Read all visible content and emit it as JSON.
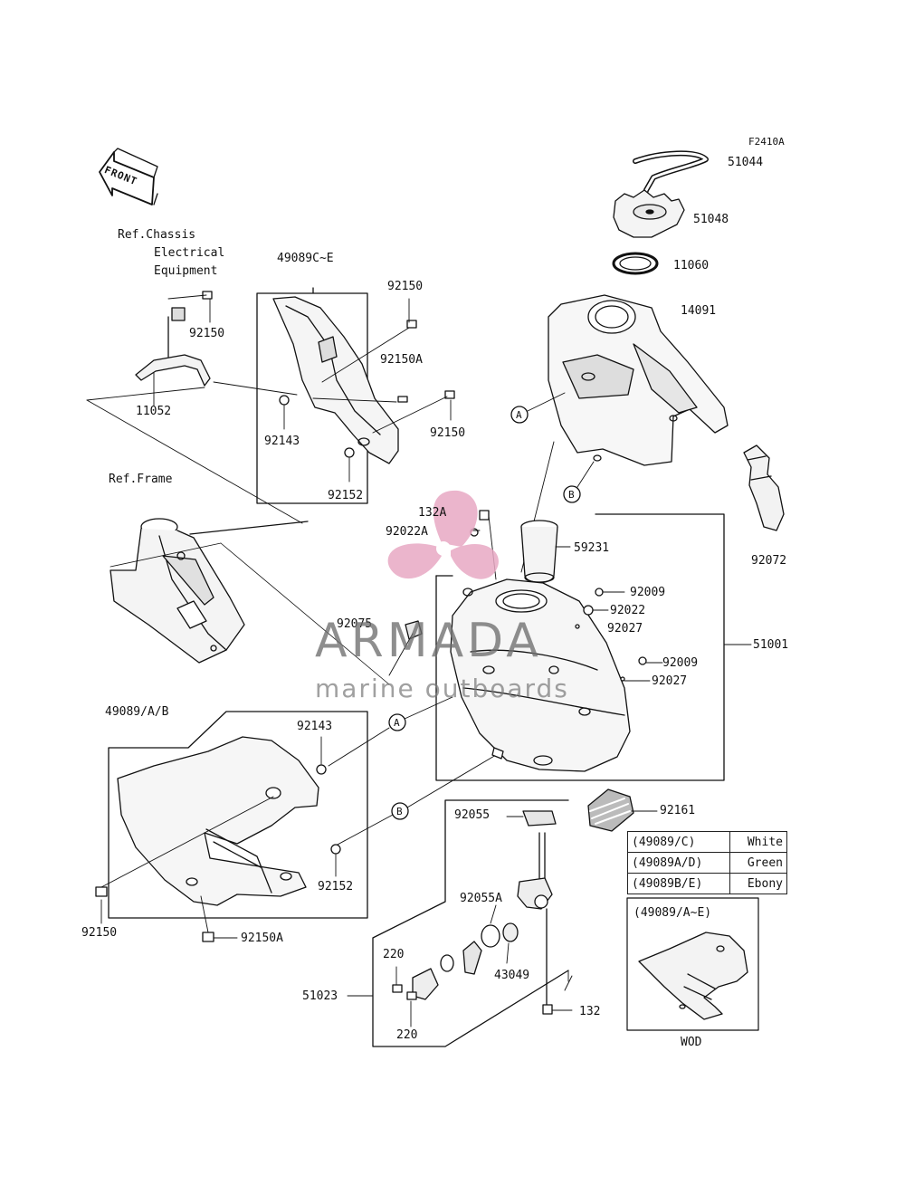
{
  "diagram": {
    "figure_code": "F2410A",
    "front_marker": "FRONT",
    "reference_notes": {
      "chassis_electrical": [
        "Ref.Chassis",
        "Electrical",
        "Equipment"
      ],
      "frame": "Ref.Frame"
    },
    "parts": [
      {
        "id": "p-51044",
        "number": "51044"
      },
      {
        "id": "p-51048",
        "number": "51048"
      },
      {
        "id": "p-11060",
        "number": "11060"
      },
      {
        "id": "p-14091",
        "number": "14091"
      },
      {
        "id": "p-49089c-e",
        "number": "49089C~E"
      },
      {
        "id": "p-92150-a",
        "number": "92150"
      },
      {
        "id": "p-92150-b",
        "number": "92150"
      },
      {
        "id": "p-92150a-a",
        "number": "92150A"
      },
      {
        "id": "p-92150-c",
        "number": "92150"
      },
      {
        "id": "p-92143-a",
        "number": "92143"
      },
      {
        "id": "p-92152-a",
        "number": "92152"
      },
      {
        "id": "p-11052",
        "number": "11052"
      },
      {
        "id": "p-132a",
        "number": "132A"
      },
      {
        "id": "p-92022a",
        "number": "92022A"
      },
      {
        "id": "p-59231",
        "number": "59231"
      },
      {
        "id": "p-92072",
        "number": "92072"
      },
      {
        "id": "p-92009-a",
        "number": "92009"
      },
      {
        "id": "p-92022",
        "number": "92022"
      },
      {
        "id": "p-92027-a",
        "number": "92027"
      },
      {
        "id": "p-92075",
        "number": "92075"
      },
      {
        "id": "p-51001",
        "number": "51001"
      },
      {
        "id": "p-92009-b",
        "number": "92009"
      },
      {
        "id": "p-92027-b",
        "number": "92027"
      },
      {
        "id": "p-49089ab",
        "number": "49089/A/B"
      },
      {
        "id": "p-92143-b",
        "number": "92143"
      },
      {
        "id": "p-92055",
        "number": "92055"
      },
      {
        "id": "p-92161",
        "number": "92161"
      },
      {
        "id": "p-92152-b",
        "number": "92152"
      },
      {
        "id": "p-92150-d",
        "number": "92150"
      },
      {
        "id": "p-92150a-b",
        "number": "92150A"
      },
      {
        "id": "p-92055a",
        "number": "92055A"
      },
      {
        "id": "p-220-a",
        "number": "220"
      },
      {
        "id": "p-43049",
        "number": "43049"
      },
      {
        "id": "p-51023",
        "number": "51023"
      },
      {
        "id": "p-132",
        "number": "132"
      },
      {
        "id": "p-220-b",
        "number": "220"
      }
    ],
    "callouts": [
      {
        "id": "callout-a-top",
        "letter": "A"
      },
      {
        "id": "callout-b-top",
        "letter": "B"
      },
      {
        "id": "callout-a-bottom",
        "letter": "A"
      },
      {
        "id": "callout-b-bottom",
        "letter": "B"
      }
    ],
    "color_table": [
      {
        "code": "(49089/C)",
        "color": "White"
      },
      {
        "code": "(49089A/D)",
        "color": "Green"
      },
      {
        "code": "(49089B/E)",
        "color": "Ebony"
      }
    ],
    "inset": {
      "title": "(49089/A~E)",
      "caption": "WOD"
    }
  },
  "watermark": {
    "brand": "ARMADA",
    "tagline": "marine outboards",
    "colors": {
      "logo": "#e8a9c4",
      "text": "#6e6e6e"
    }
  }
}
